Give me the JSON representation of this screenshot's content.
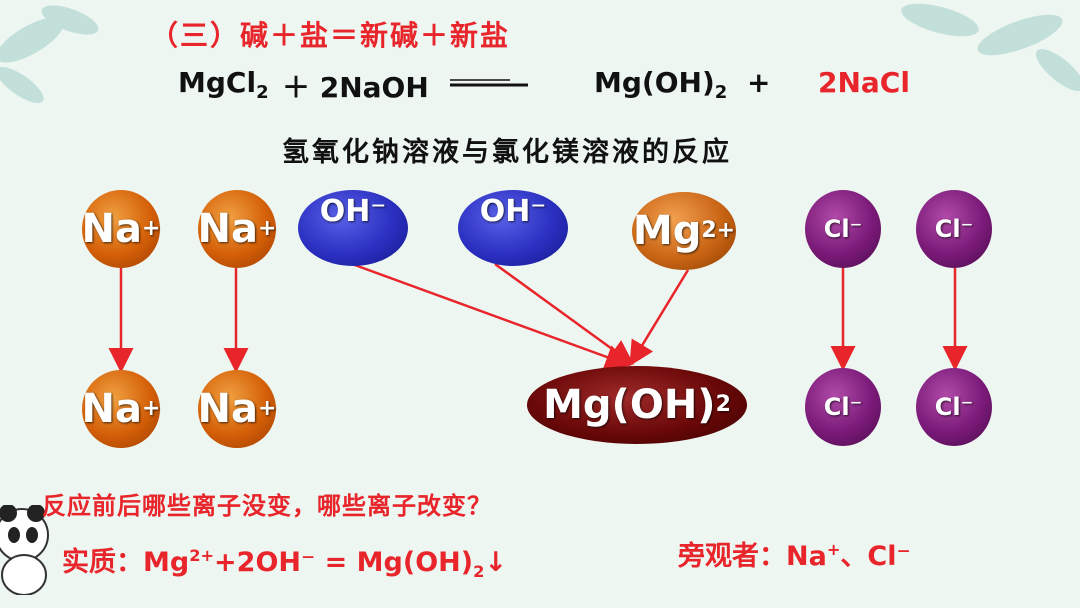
{
  "title": "（三）碱＋盐＝新碱＋新盐",
  "equation": {
    "left_prefix": "MgCl",
    "left_sub": "2",
    "plus1": "＋ 2NaOH",
    "arrow": "——",
    "product_prefix": "Mg(OH)",
    "product_sub": "2",
    "plus2": "+",
    "product2": "2NaCl"
  },
  "subtitle": "氢氧化钠溶液与氯化镁溶液的反应",
  "ions": {
    "na_base": "Na",
    "na_charge": "+",
    "oh_label": "OH⁻",
    "mg_base": "Mg",
    "mg_charge": "2+",
    "cl_label": "Cl⁻",
    "mgoh_prefix": "Mg(OH)",
    "mgoh_sub": "2"
  },
  "question": "反应前后哪些离子没变，哪些离子改变？",
  "essence": {
    "prefix": "实质：Mg",
    "mg_charge": "2+",
    "middle": "+2OH⁻ = Mg(OH)",
    "sub": "2",
    "arrow": "↓"
  },
  "spectator": {
    "prefix": "旁观者：Na",
    "charge": "+",
    "suffix": "、Cl⁻"
  },
  "colors": {
    "red": "#e8252b",
    "na": "#d45f08",
    "oh": "#2a2fc0",
    "mg": "#c96515",
    "cl": "#7a1a78",
    "mgoh": "#6a0808"
  }
}
